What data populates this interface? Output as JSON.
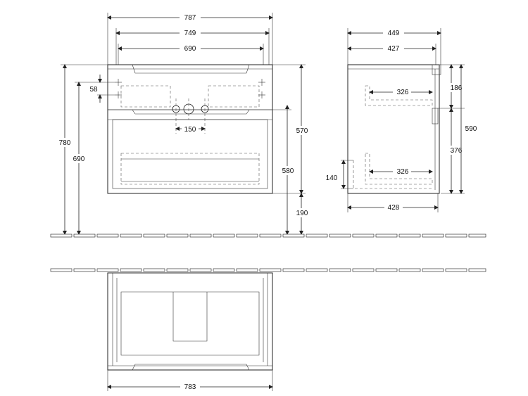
{
  "front_view": {
    "overall_width": "787",
    "inner_width": "749",
    "drawer_width": "690",
    "height_top": "58",
    "total_height": "780",
    "top_height": "690",
    "tap_spacing": "150",
    "cabinet_height": "570",
    "floor_clearance_high": "580",
    "floor_clearance": "190"
  },
  "side_view": {
    "overall_depth": "449",
    "inner_depth": "427",
    "upper_drawer_depth": "326",
    "lower_drawer_depth": "326",
    "upper_height": "186",
    "overall_height": "590",
    "lower_height": "376",
    "siphon_height": "140",
    "bottom_depth": "428"
  },
  "plan_view": {
    "overall_width": "783"
  }
}
